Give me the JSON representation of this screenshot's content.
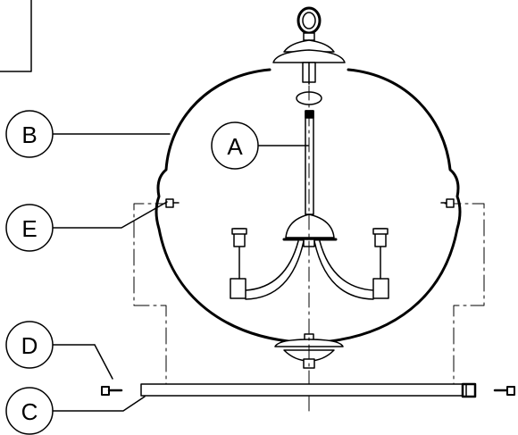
{
  "callouts": {
    "A": "A",
    "B": "B",
    "C": "C",
    "D": "D",
    "E": "E"
  },
  "colors": {
    "line": "#000000",
    "background": "#ffffff",
    "fill": "#ffffff"
  }
}
